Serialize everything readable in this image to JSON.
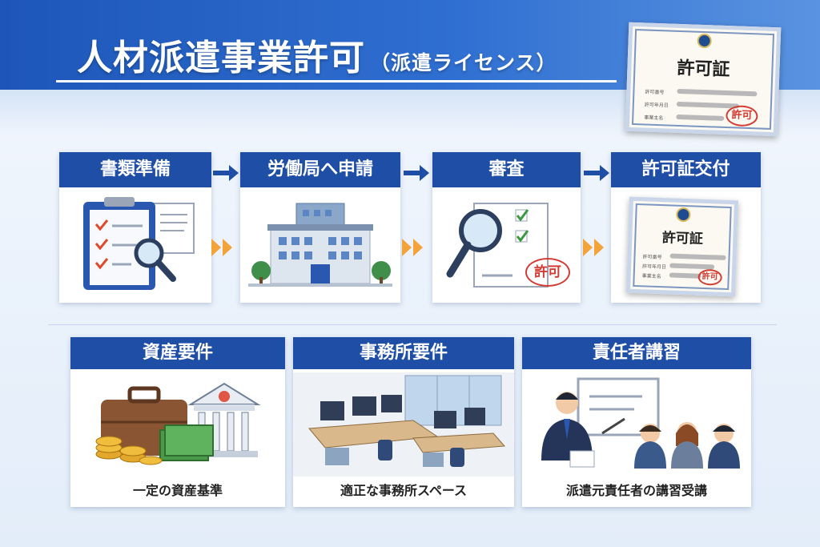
{
  "header": {
    "title": "人材派遣事業許可",
    "subtitle": "（派遣ライセンス）"
  },
  "certificate": {
    "title": "許可証",
    "row_labels": [
      "許可番号",
      "許可年月日",
      "事業主名"
    ],
    "stamp": "許可"
  },
  "steps": [
    {
      "label": "書類準備",
      "icon": "clipboard-checklist-icon"
    },
    {
      "label": "労働局へ申請",
      "icon": "government-building-icon"
    },
    {
      "label": "審査",
      "icon": "magnifier-checklist-icon",
      "stamp": "許可"
    },
    {
      "label": "許可証交付",
      "icon": "certificate-icon"
    }
  ],
  "requirements": [
    {
      "label": "資産要件",
      "caption": "一定の資産基準",
      "icon": "bank-money-icon"
    },
    {
      "label": "事務所要件",
      "caption": "適正な事務所スペース",
      "icon": "office-desks-icon"
    },
    {
      "label": "責任者講習",
      "caption": "派遣元責任者の講習受講",
      "icon": "lecture-icon"
    }
  ],
  "colors": {
    "brand_blue": "#1f4ea6",
    "arrow_orange": "#f3a33a",
    "stamp_red": "#d33b33"
  }
}
